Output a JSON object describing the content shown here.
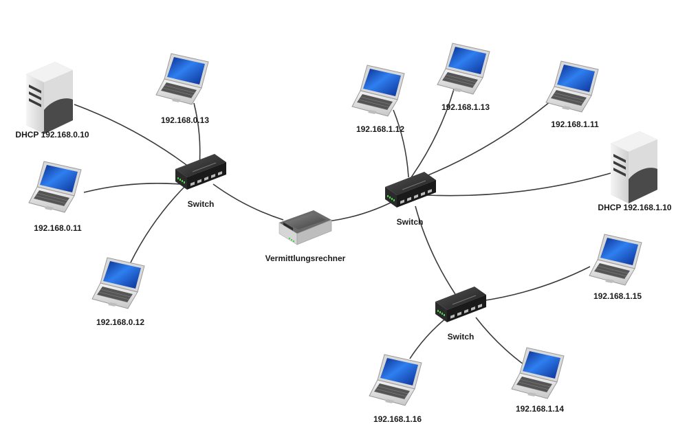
{
  "diagram": {
    "nodes": [
      {
        "id": "dhcp0",
        "type": "server",
        "label": "DHCP 192.168.0.10"
      },
      {
        "id": "lap013",
        "type": "laptop",
        "label": "192.168.0.13"
      },
      {
        "id": "lap011",
        "type": "laptop",
        "label": "192.168.0.11"
      },
      {
        "id": "lap012",
        "type": "laptop",
        "label": "192.168.0.12"
      },
      {
        "id": "sw0",
        "type": "switch",
        "label": "Switch"
      },
      {
        "id": "router",
        "type": "router",
        "label": "Vermittlungsrechner"
      },
      {
        "id": "sw1",
        "type": "switch",
        "label": "Switch"
      },
      {
        "id": "lap112",
        "type": "laptop",
        "label": "192.168.1.12"
      },
      {
        "id": "lap113",
        "type": "laptop",
        "label": "192.168.1.13"
      },
      {
        "id": "lap111",
        "type": "laptop",
        "label": "192.168.1.11"
      },
      {
        "id": "dhcp1",
        "type": "server",
        "label": "DHCP 192.168.1.10"
      },
      {
        "id": "sw2",
        "type": "switch",
        "label": "Switch"
      },
      {
        "id": "lap115",
        "type": "laptop",
        "label": "192.168.1.15"
      },
      {
        "id": "lap116",
        "type": "laptop",
        "label": "192.168.1.16"
      },
      {
        "id": "lap114",
        "type": "laptop",
        "label": "192.168.1.14"
      }
    ],
    "edges": [
      [
        "sw0",
        "dhcp0"
      ],
      [
        "sw0",
        "lap013"
      ],
      [
        "sw0",
        "lap011"
      ],
      [
        "sw0",
        "lap012"
      ],
      [
        "sw0",
        "router"
      ],
      [
        "router",
        "sw1"
      ],
      [
        "sw1",
        "lap112"
      ],
      [
        "sw1",
        "lap113"
      ],
      [
        "sw1",
        "lap111"
      ],
      [
        "sw1",
        "dhcp1"
      ],
      [
        "sw1",
        "sw2"
      ],
      [
        "sw2",
        "lap115"
      ],
      [
        "sw2",
        "lap116"
      ],
      [
        "sw2",
        "lap114"
      ]
    ],
    "colors": {
      "edge": "#3a3a3a",
      "screen": "#1e5bd6",
      "device_dark": "#2b2b2b",
      "server_light": "#e8e8e8"
    }
  }
}
